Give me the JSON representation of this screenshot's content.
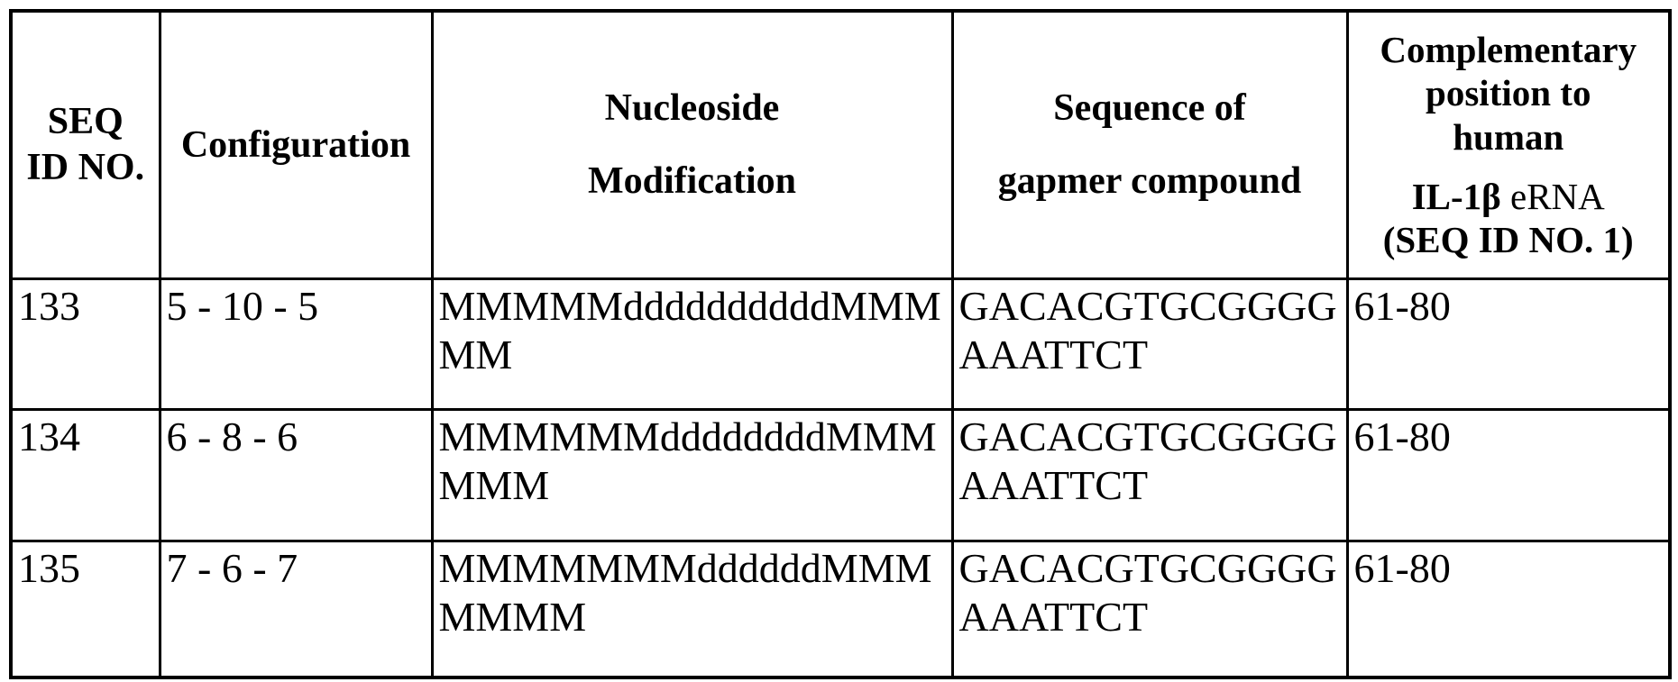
{
  "table": {
    "headers": {
      "col1": {
        "lines": [
          "SEQ",
          "ID NO."
        ]
      },
      "col2": {
        "label": "Configuration"
      },
      "col3": {
        "lines": [
          "Nucleoside",
          "Modification"
        ]
      },
      "col4": {
        "lines": [
          "Sequence of",
          "gapmer compound"
        ]
      },
      "col5": {
        "lines": [
          "Complementary",
          "position to",
          "human"
        ],
        "il1b_bold": "IL-1β",
        "erna_regular": " eRNA",
        "seq_ref": "(SEQ ID NO. 1)"
      }
    },
    "rows": [
      {
        "seq_id": "133",
        "configuration": "5 - 10 - 5",
        "modification": "MMMMMddddddddddMMMMM",
        "sequence": "GACACGTGCGGGGAAATTCT",
        "position": "61-80"
      },
      {
        "seq_id": "134",
        "configuration": "6 - 8 - 6",
        "modification": "MMMMMMddddddddMMMMMM",
        "sequence": "GACACGTGCGGGGAAATTCT",
        "position": "61-80"
      },
      {
        "seq_id": "135",
        "configuration": "7 - 6 - 7",
        "modification": "MMMMMMMddddddMMMMMMM",
        "sequence": "GACACGTGCGGGGAAATTCT",
        "position": "61-80"
      }
    ]
  }
}
